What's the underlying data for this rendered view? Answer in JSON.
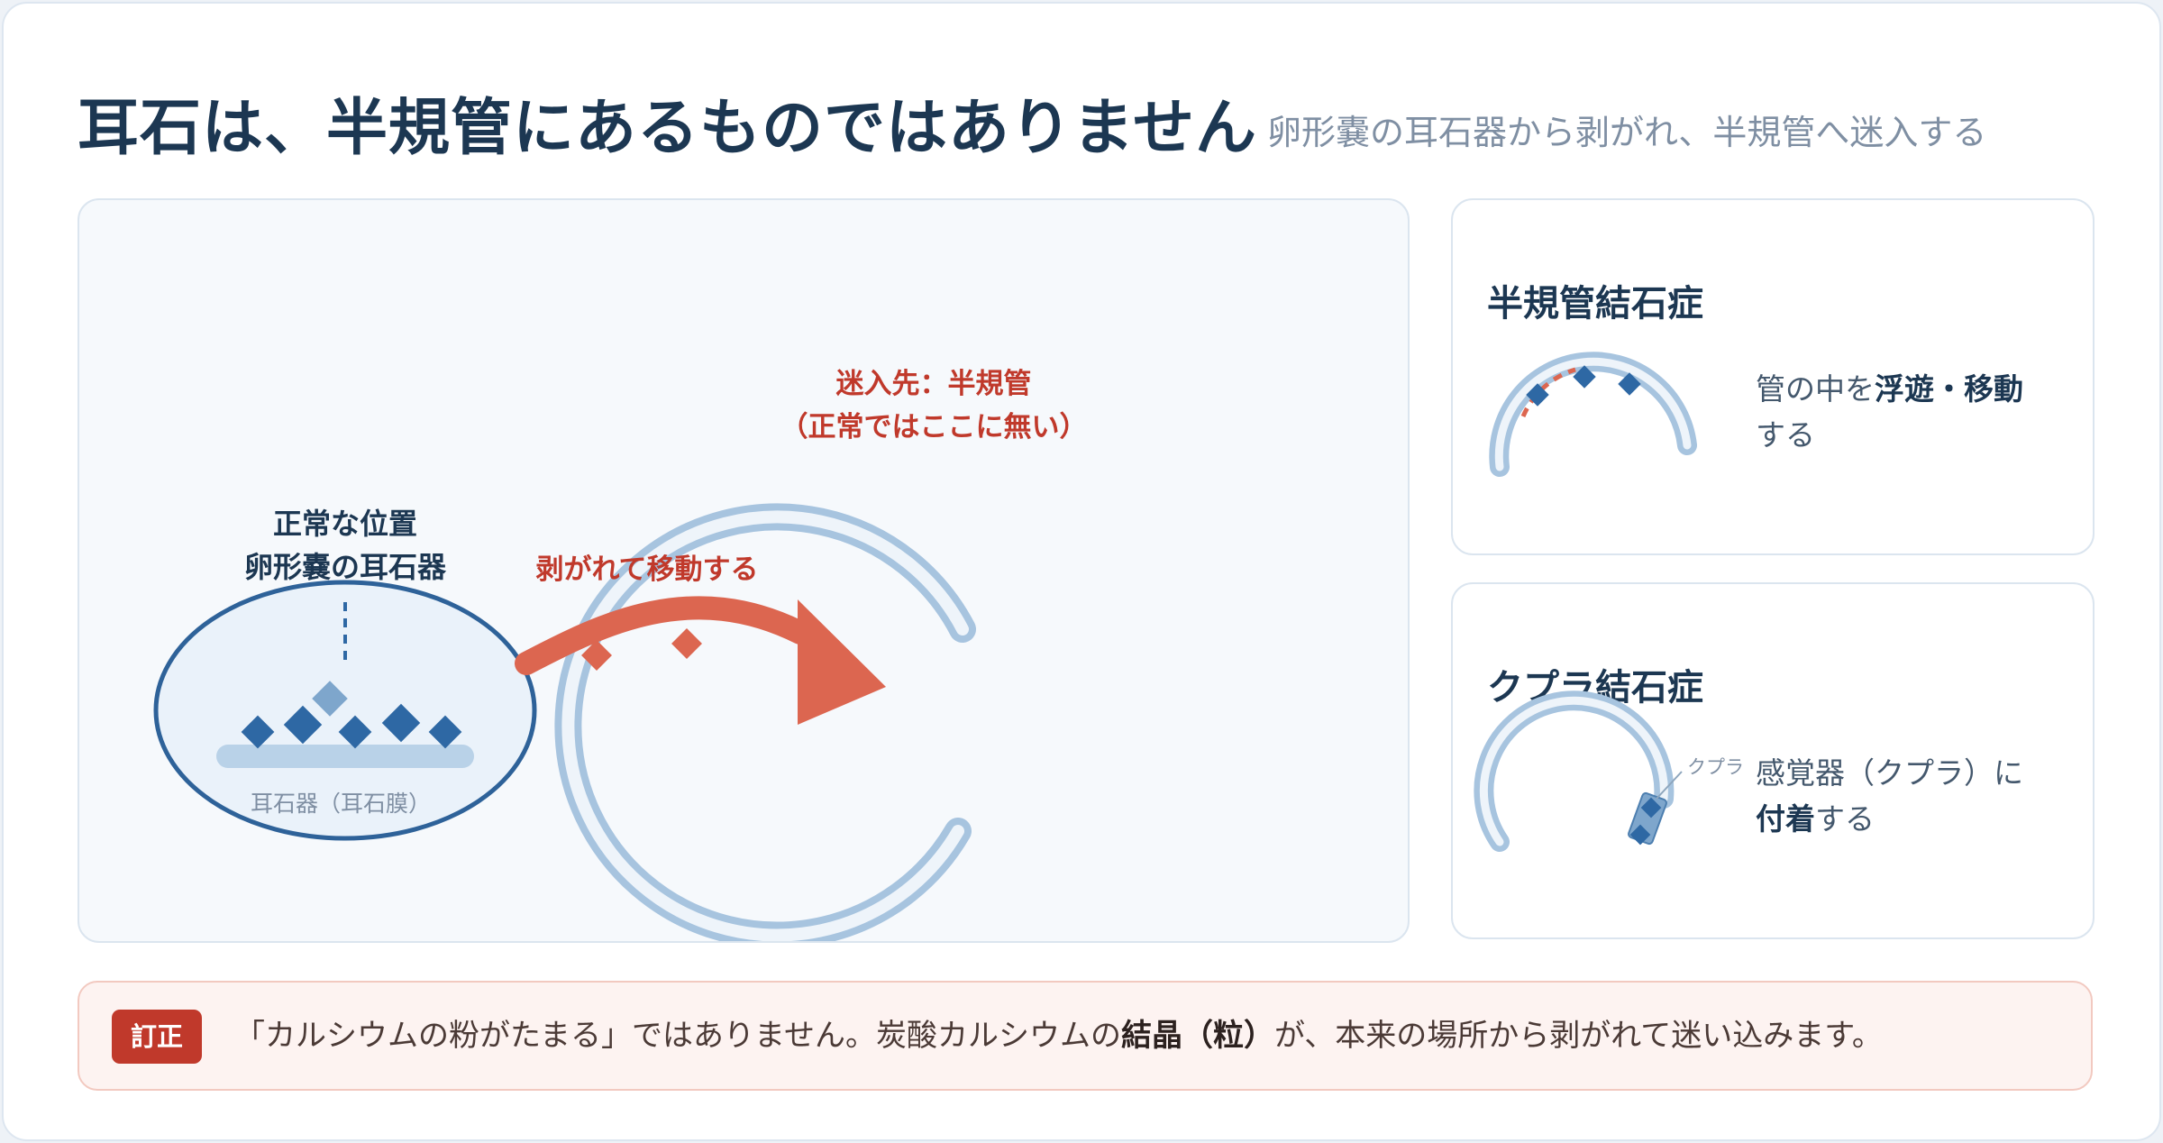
{
  "header": {
    "title": "耳石は、半規管にあるものではありません",
    "subtitle": "卵形嚢の耳石器から剥がれ、半規管へ迷入する"
  },
  "diagram": {
    "normal_position_label_1": "正常な位置",
    "normal_position_label_2": "卵形嚢の耳石器",
    "otolith_organ_label": "耳石器（耳石膜）",
    "move_label": "剥がれて移動する",
    "destination_label_1": "迷入先：半規管",
    "destination_label_2": "（正常ではここに無い）"
  },
  "canalithiasis": {
    "title": "半規管結石症",
    "desc_1_pre": "管の中を",
    "desc_1_bold": "浮遊・移動",
    "desc_2": "する"
  },
  "cupulolithiasis": {
    "title": "クプラ結石症",
    "cupula_label": "クプラ",
    "desc_1": "感覚器（クプラ）に",
    "desc_2_bold": "付着",
    "desc_2_post": "する"
  },
  "correction": {
    "badge": "訂正",
    "text_pre": "「カルシウムの粉がたまる」ではありません。炭酸カルシウムの",
    "text_bold": "結晶（粒）",
    "text_post": "が、本来の場所から剥がれて迷い込みます。"
  },
  "colors": {
    "navy": "#1c3752",
    "accent_red": "#c0392b",
    "arrow_orange": "#dc6650",
    "crystal_blue": "#2e68a4",
    "canal_blue": "#a7c4df"
  }
}
